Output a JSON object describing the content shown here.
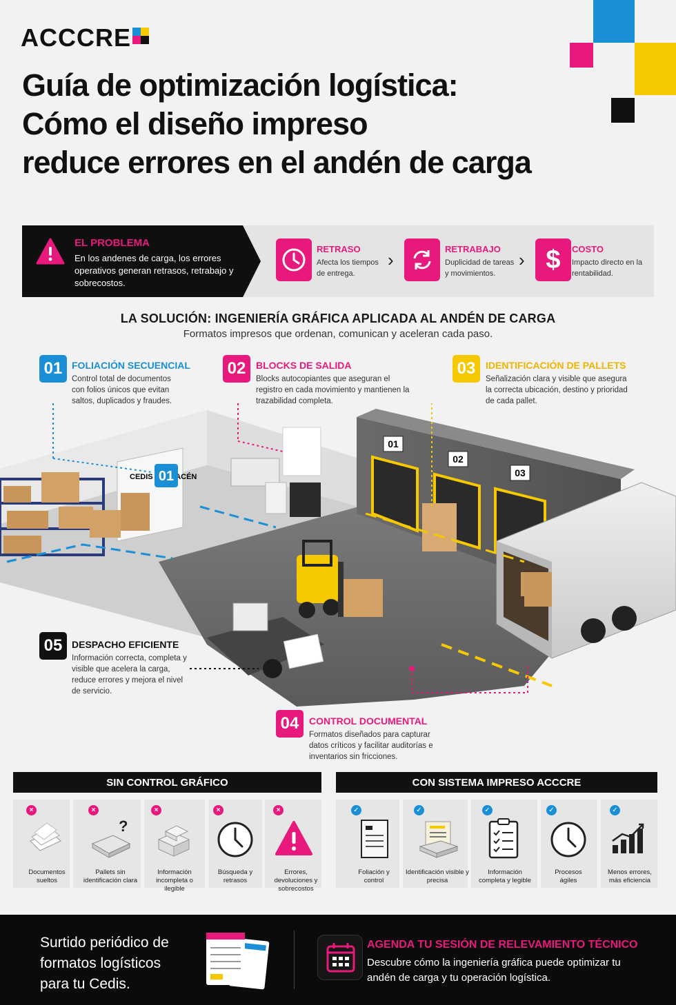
{
  "brand": {
    "logo": "ACCCRE"
  },
  "title": {
    "line1": "Guía de optimización logística:",
    "line2": "Cómo el diseño impreso",
    "line3": "reduce errores en el andén de carga"
  },
  "problem": {
    "icon": "warning-icon",
    "title": "EL PROBLEMA",
    "text": "En los andenes de carga, los errores operativos generan retrasos, retrabajo y sobrecostos.",
    "items": [
      {
        "icon": "clock-icon",
        "title": "RETRASO",
        "text": "Afecta los tiempos de entrega."
      },
      {
        "icon": "refresh-icon",
        "title": "RETRABAJO",
        "text": "Duplicidad de tareas y movimientos."
      },
      {
        "icon": "dollar-icon",
        "title": "COSTO",
        "text": "Impacto directo en la rentabilidad."
      }
    ]
  },
  "solution": {
    "title": "LA SOLUCIÓN: INGENIERÍA GRÁFICA APLICADA AL ANDÉN DE CARGA",
    "subtitle": "Formatos impresos que ordenan, comunican y aceleran cada paso."
  },
  "steps": [
    {
      "num": "01",
      "title": "FOLIACIÓN SECUENCIAL",
      "text": "Control total de documentos con folios únicos que evitan saltos, duplicados y fraudes.",
      "color": "#1a8fd6"
    },
    {
      "num": "02",
      "title": "BLOCKS DE SALIDA",
      "text": "Blocks autocopiantes que aseguran el registro en cada movimiento y mantienen la trazabilidad completa.",
      "color": "#e8197c"
    },
    {
      "num": "03",
      "title": "IDENTIFICACIÓN DE PALLETS",
      "text": "Señalización clara y visible que asegura la correcta ubicación, destino y prioridad de cada pallet.",
      "color": "#f5c800"
    },
    {
      "num": "04",
      "title": "CONTROL DOCUMENTAL",
      "text": "Formatos diseñados para capturar datos críticos y facilitar auditorías e inventarios sin fricciones.",
      "color": "#e8197c"
    },
    {
      "num": "05",
      "title": "DESPACHO EFICIENTE",
      "text": "Información correcta, completa y visible que acelera la carga, reduce errores y mejora el nivel de servicio.",
      "color": "#111111"
    }
  ],
  "scene": {
    "wall_sign": "CEDIS / ALMACÉN",
    "wall_badge": "01",
    "doors": [
      "01",
      "02",
      "03"
    ]
  },
  "comparison": {
    "without": {
      "title": "SIN CONTROL GRÁFICO",
      "items": [
        {
          "icon": "loose-papers-icon",
          "label": "Documentos sueltos"
        },
        {
          "icon": "pallet-question-icon",
          "label": "Pallets sin identificación clara"
        },
        {
          "icon": "boxes-icon",
          "label": "Información incompleta o ilegible"
        },
        {
          "icon": "clock-icon",
          "label": "Búsqueda y retrasos"
        },
        {
          "icon": "warning-icon",
          "label": "Errores, devoluciones y sobrecostos"
        }
      ]
    },
    "with": {
      "title": "CON SISTEMA IMPRESO ACCCRE",
      "items": [
        {
          "icon": "numbered-form-icon",
          "label": "Foliación y control"
        },
        {
          "icon": "labeled-pallet-icon",
          "label": "Identificación visible y precisa"
        },
        {
          "icon": "checklist-icon",
          "label": "Información completa y legible"
        },
        {
          "icon": "clock-icon",
          "label": "Procesos ágiles"
        },
        {
          "icon": "growth-chart-icon",
          "label": "Menos errores, más eficiencia"
        }
      ]
    }
  },
  "footer": {
    "left": "Surtido periódico de formatos logísticos para tu Cedis.",
    "cta_title": "AGENDA TU SESIÓN DE RELEVAMIENTO TÉCNICO",
    "cta_text": "Descubre cómo la ingeniería gráfica puede optimizar tu andén de carga y tu operación logística.",
    "cta_icon": "calendar-icon"
  },
  "colors": {
    "magenta": "#e8197c",
    "cyan": "#1a8fd6",
    "yellow": "#f5c800",
    "black": "#111111"
  }
}
